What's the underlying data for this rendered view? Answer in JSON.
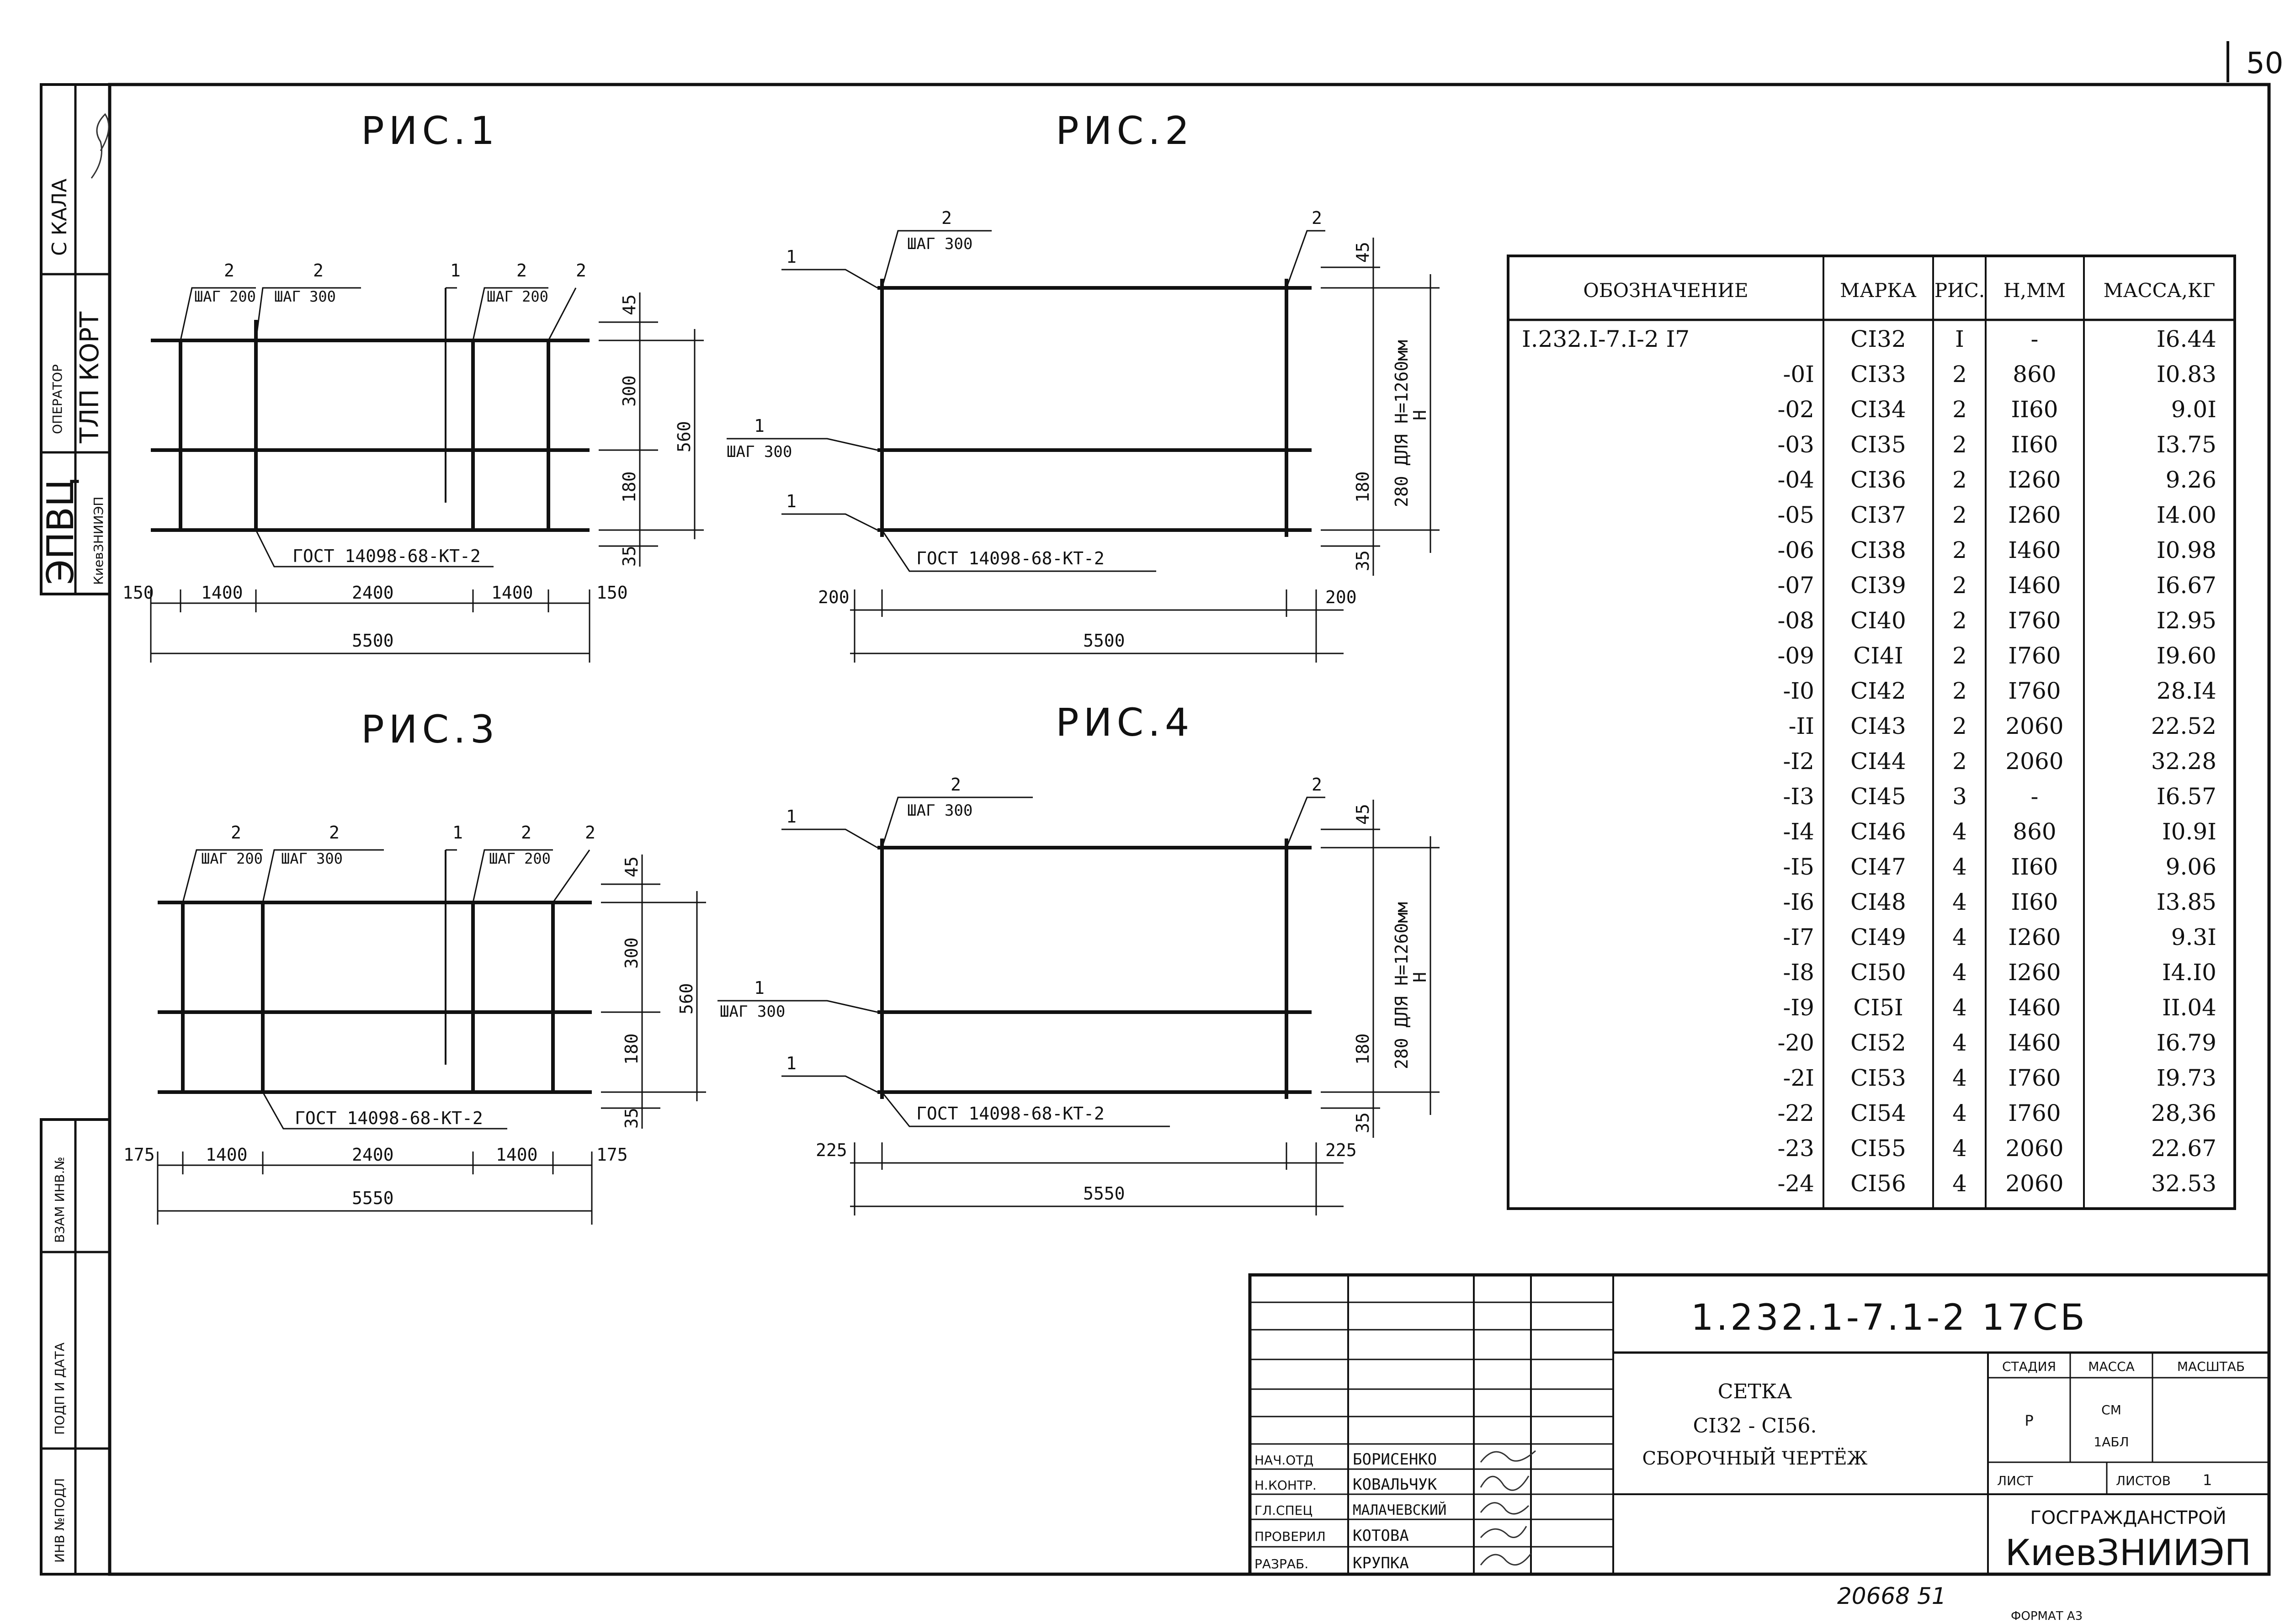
{
  "page_number": "50",
  "side_strip": {
    "scale_label": "С КАЛА",
    "operator_label": "ОПЕРАТОР",
    "operator_value": "ТЛП КОРТ",
    "org_big": "ЭПВЦ",
    "org_small": "КиевЗНИИЭП",
    "inv_label": "ВЗАМ ИНВ.№",
    "sign_label": "ПОДП И ДАТА",
    "inv_orig_label": "ИНВ №ПОДЛ"
  },
  "figures": [
    {
      "title": "РИС.1",
      "labels": [
        "2",
        "2",
        "1",
        "2",
        "2"
      ],
      "steps": [
        "ШАГ 200",
        "ШАГ 300",
        "ШАГ 200"
      ],
      "gost": "ГОСТ 14098-68-КТ-2",
      "bottom_dims": [
        "150",
        "1400",
        "2400",
        "1400",
        "150"
      ],
      "total": "5500",
      "side_dims": [
        "45",
        "300",
        "180",
        "35"
      ],
      "side_total": "560"
    },
    {
      "title": "РИС.2",
      "labels": [
        "2",
        "2",
        "1",
        "1",
        "1"
      ],
      "steps": [
        "ШАГ 300",
        "ШАГ 300"
      ],
      "gost": "ГОСТ 14098-68-КТ-2",
      "bottom_dims": [
        "200",
        "200"
      ],
      "total": "5500",
      "side_dims": [
        "45",
        "180",
        "35"
      ],
      "side_note": "280 ДЛЯ H=1260мм",
      "side_total": "H"
    },
    {
      "title": "РИС.3",
      "labels": [
        "2",
        "2",
        "1",
        "2",
        "2"
      ],
      "steps": [
        "ШАГ 200",
        "ШАГ 300",
        "ШАГ 200"
      ],
      "gost": "ГОСТ 14098-68-КТ-2",
      "bottom_dims": [
        "175",
        "1400",
        "2400",
        "1400",
        "175"
      ],
      "total": "5550",
      "side_dims": [
        "45",
        "300",
        "180",
        "35"
      ],
      "side_total": "560"
    },
    {
      "title": "РИС.4",
      "labels": [
        "2",
        "2",
        "1",
        "1",
        "1"
      ],
      "steps": [
        "ШАГ 300",
        "ШАГ 300"
      ],
      "gost": "ГОСТ 14098-68-КТ-2",
      "bottom_dims": [
        "225",
        "225"
      ],
      "total": "5550",
      "side_dims": [
        "45",
        "180",
        "35"
      ],
      "side_note": "280 ДЛЯ H=1260мм",
      "side_total": "H"
    }
  ],
  "spec_table": {
    "headers": [
      "ОБОЗНАЧЕНИЕ",
      "МАРКА",
      "РИС.",
      "Н,ММ",
      "МАССА,КГ"
    ],
    "rows": [
      [
        "I.232.I-7.I-2 I7",
        "CI32",
        "I",
        "-",
        "I6.44"
      ],
      [
        "-0I",
        "CI33",
        "2",
        "860",
        "I0.83"
      ],
      [
        "-02",
        "CI34",
        "2",
        "II60",
        "9.0I"
      ],
      [
        "-03",
        "CI35",
        "2",
        "II60",
        "I3.75"
      ],
      [
        "-04",
        "CI36",
        "2",
        "I260",
        "9.26"
      ],
      [
        "-05",
        "CI37",
        "2",
        "I260",
        "I4.00"
      ],
      [
        "-06",
        "CI38",
        "2",
        "I460",
        "I0.98"
      ],
      [
        "-07",
        "CI39",
        "2",
        "I460",
        "I6.67"
      ],
      [
        "-08",
        "CI40",
        "2",
        "I760",
        "I2.95"
      ],
      [
        "-09",
        "CI4I",
        "2",
        "I760",
        "I9.60"
      ],
      [
        "-I0",
        "CI42",
        "2",
        "I760",
        "28.I4"
      ],
      [
        "-II",
        "CI43",
        "2",
        "2060",
        "22.52"
      ],
      [
        "-I2",
        "CI44",
        "2",
        "2060",
        "32.28"
      ],
      [
        "-I3",
        "CI45",
        "3",
        "-",
        "I6.57"
      ],
      [
        "-I4",
        "CI46",
        "4",
        "860",
        "I0.9I"
      ],
      [
        "-I5",
        "CI47",
        "4",
        "II60",
        "9.06"
      ],
      [
        "-I6",
        "CI48",
        "4",
        "II60",
        "I3.85"
      ],
      [
        "-I7",
        "CI49",
        "4",
        "I260",
        "9.3I"
      ],
      [
        "-I8",
        "CI50",
        "4",
        "I260",
        "I4.I0"
      ],
      [
        "-I9",
        "CI5I",
        "4",
        "I460",
        "II.04"
      ],
      [
        "-20",
        "CI52",
        "4",
        "I460",
        "I6.79"
      ],
      [
        "-2I",
        "CI53",
        "4",
        "I760",
        "I9.73"
      ],
      [
        "-22",
        "CI54",
        "4",
        "I760",
        "28,36"
      ],
      [
        "-23",
        "CI55",
        "4",
        "2060",
        "22.67"
      ],
      [
        "-24",
        "CI56",
        "4",
        "2060",
        "32.53"
      ]
    ]
  },
  "title_block": {
    "designation": "1.232.1-7.1-2  17СБ",
    "name_line1": "СЕТКА",
    "name_line2": "CI32 - CI56.",
    "name_line3": "СБОРОЧНЫЙ ЧЕРТЁЖ",
    "stage_label": "СТАДИЯ",
    "mass_label": "МАССА",
    "scale_label": "МАСШТАБ",
    "stage_value": "Р",
    "mass_value": "СМ",
    "mass_value2": "1АБЛ",
    "sheet_label": "ЛИСТ",
    "sheets_label": "ЛИСТОВ",
    "sheets_value": "1",
    "org1": "ГОСГРАЖДАНСТРОЙ",
    "org2": "КиевЗНИИЭП",
    "signers": [
      {
        "role": "НАЧ.ОТД",
        "name": "БОРИСЕНКО"
      },
      {
        "role": "Н.КОНТР.",
        "name": "КОВАЛЬЧУК"
      },
      {
        "role": "ГЛ.СПЕЦ",
        "name": "МАЛАЧЕВСКИЙ"
      },
      {
        "role": "ПРОВЕРИЛ",
        "name": "КОТОВА"
      },
      {
        "role": "РАЗРАБ.",
        "name": "КРУПКА"
      }
    ]
  },
  "footer": {
    "archive_number": "20668  51",
    "format": "ФОРМАТ А3"
  }
}
